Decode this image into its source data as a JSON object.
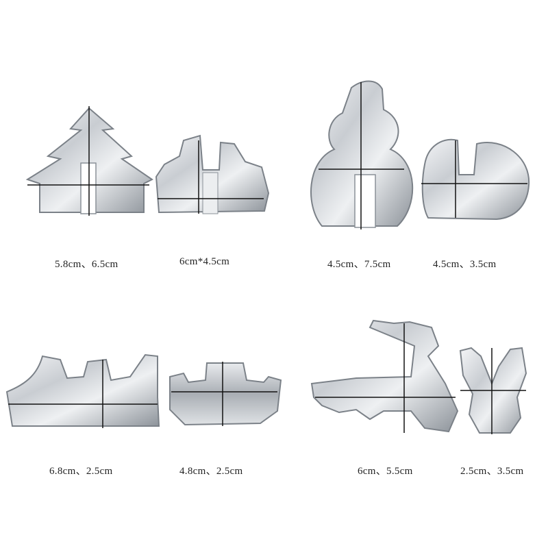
{
  "product": {
    "items": [
      {
        "shape": "christmas-tree",
        "size_label": "5.8cm、6.5cm"
      },
      {
        "shape": "house",
        "size_label": "6cm*4.5cm"
      },
      {
        "shape": "snowman",
        "size_label": "4.5cm、7.5cm"
      },
      {
        "shape": "candy-cane",
        "size_label": "4.5cm、3.5cm"
      },
      {
        "shape": "sleigh",
        "size_label": "6.8cm、2.5cm"
      },
      {
        "shape": "sleigh-small",
        "size_label": "4.8cm、2.5cm"
      },
      {
        "shape": "reindeer",
        "size_label": "6cm、5.5cm"
      },
      {
        "shape": "reindeer-head",
        "size_label": "2.5cm、3.5cm"
      }
    ]
  },
  "colors": {
    "background": "#ffffff",
    "steel_light": "#f2f3f5",
    "steel_mid": "#c4c8cd",
    "steel_dark": "#6e747b",
    "measure_line": "#111111",
    "caption_text": "#222222"
  }
}
